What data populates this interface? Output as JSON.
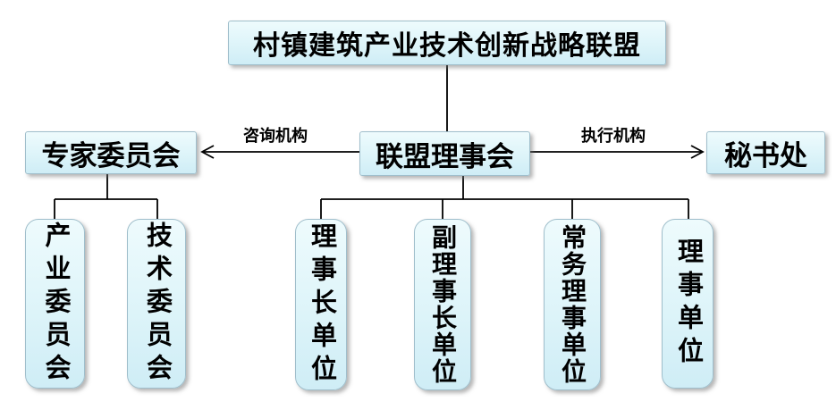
{
  "diagram": {
    "root": {
      "label": "村镇建筑产业技术创新战略联盟"
    },
    "council": {
      "label": "联盟理事会"
    },
    "expert": {
      "label": "专家委员会"
    },
    "secretariat": {
      "label": "秘书处"
    },
    "edges": {
      "advisory_label": "咨询机构",
      "executive_label": "执行机构"
    },
    "expert_children": [
      {
        "label": "产业委员会"
      },
      {
        "label": "技术委员会"
      }
    ],
    "council_children": [
      {
        "label": "理事长单位"
      },
      {
        "label": "副理事长单位"
      },
      {
        "label": "常务理事单位"
      },
      {
        "label": "理事单位"
      }
    ],
    "colors": {
      "node_fill_top": "#eefbfd",
      "node_fill_bottom": "#cfedf6",
      "node_border": "#9fbecb",
      "connector": "#000000"
    }
  }
}
